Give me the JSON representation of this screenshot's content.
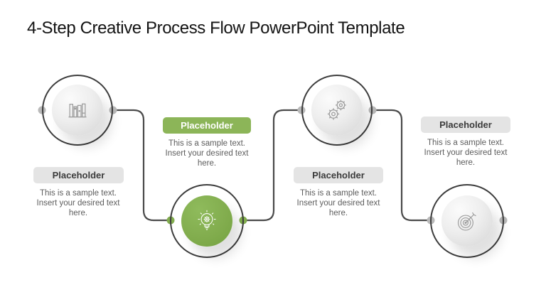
{
  "slide": {
    "title": "4-Step Creative Process Flow PowerPoint Template"
  },
  "colors": {
    "accent_green": "#82AD4E",
    "badge_green": "#8CB558",
    "badge_gray": "#E4E4E4",
    "ring_stroke": "#3D3D3D",
    "connector": "#4A4A4A",
    "dot_gray": "#B9B9B9",
    "body_text": "#5D5D5D",
    "icon_gray": "#9C9C9C"
  },
  "steps": [
    {
      "index": 1,
      "icon": "books-icon",
      "accent": "gray",
      "badge": "Placeholder",
      "body": "This is a sample text.\nInsert your desired text\nhere."
    },
    {
      "index": 2,
      "icon": "lightbulb-gear-icon",
      "accent": "green",
      "badge": "Placeholder",
      "body": "This is a sample text.\nInsert your desired text\nhere."
    },
    {
      "index": 3,
      "icon": "gears-icon",
      "accent": "gray",
      "badge": "Placeholder",
      "body": "This is a sample text.\nInsert your desired text\nhere."
    },
    {
      "index": 4,
      "icon": "target-icon",
      "accent": "gray",
      "badge": "Placeholder",
      "body": "This is a sample text.\nInsert your desired text\nhere."
    }
  ]
}
